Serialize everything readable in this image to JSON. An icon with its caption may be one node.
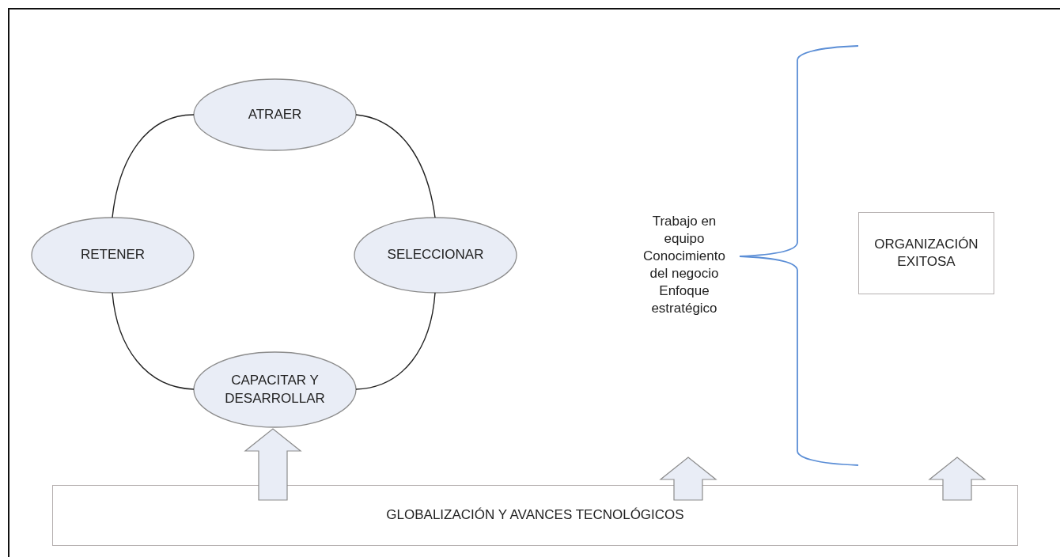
{
  "diagram": {
    "nodes": [
      {
        "text": [
          "ATRAER"
        ]
      },
      {
        "text": [
          "RETENER"
        ]
      },
      {
        "text": [
          "SELECCIONAR"
        ]
      },
      {
        "text": [
          "CAPACITAR Y DESARROLLAR"
        ]
      },
      {
        "text": [
          "Trabajo en equipo",
          "Conocimiento del negocio",
          "Enfoque estratégico"
        ]
      },
      {
        "text": [
          "ORGANIZACIÓN EXITOSA"
        ]
      },
      {
        "text": [
          "GLOBALIZACIÓN Y AVANCES TECNOLÓGICOS"
        ]
      }
    ],
    "edges": [
      {
        "from": 0,
        "to": 2,
        "arrow": "none"
      },
      {
        "from": 2,
        "to": 3,
        "arrow": "none"
      },
      {
        "from": 3,
        "to": 1,
        "arrow": "none"
      },
      {
        "from": 1,
        "to": 0,
        "arrow": "none"
      },
      {
        "from": 6,
        "to": 3,
        "arrow": "to",
        "style": "thick"
      },
      {
        "from": 6,
        "to": null,
        "arrow": "to",
        "style": "thick"
      },
      {
        "from": 6,
        "to": null,
        "arrow": "to",
        "style": "thick"
      }
    ]
  }
}
